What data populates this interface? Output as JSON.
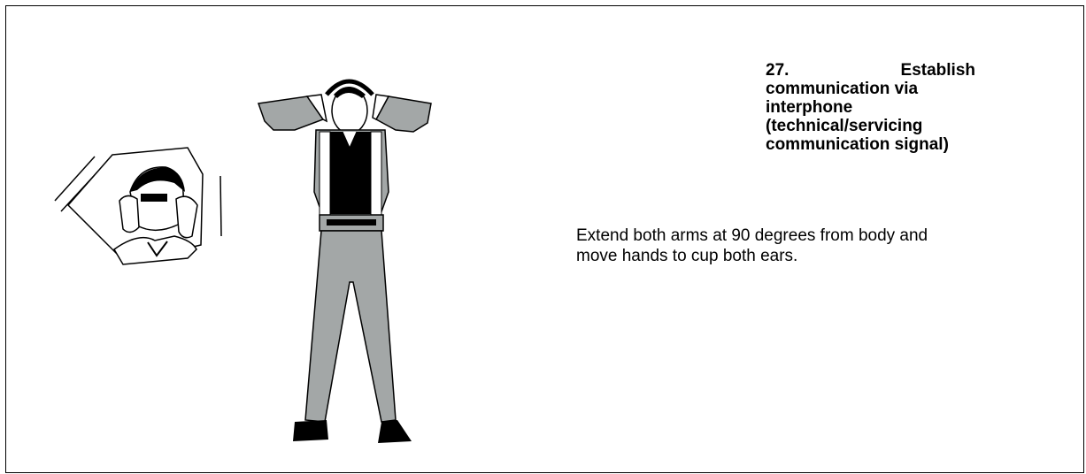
{
  "signal": {
    "number": "27.",
    "title_first_word": "Establish",
    "title_rest": [
      "communication via",
      "interphone",
      "(technical/servicing",
      "communication signal)"
    ],
    "description_lines": [
      "Extend both arms at 90 degrees from body and",
      "move hands to cup both ears."
    ]
  },
  "illustration": {
    "figure_color": "#a3a7a7",
    "outline_color": "#000000",
    "icons": [
      "pilot-in-cockpit-icon",
      "marshaller-figure-icon"
    ]
  }
}
